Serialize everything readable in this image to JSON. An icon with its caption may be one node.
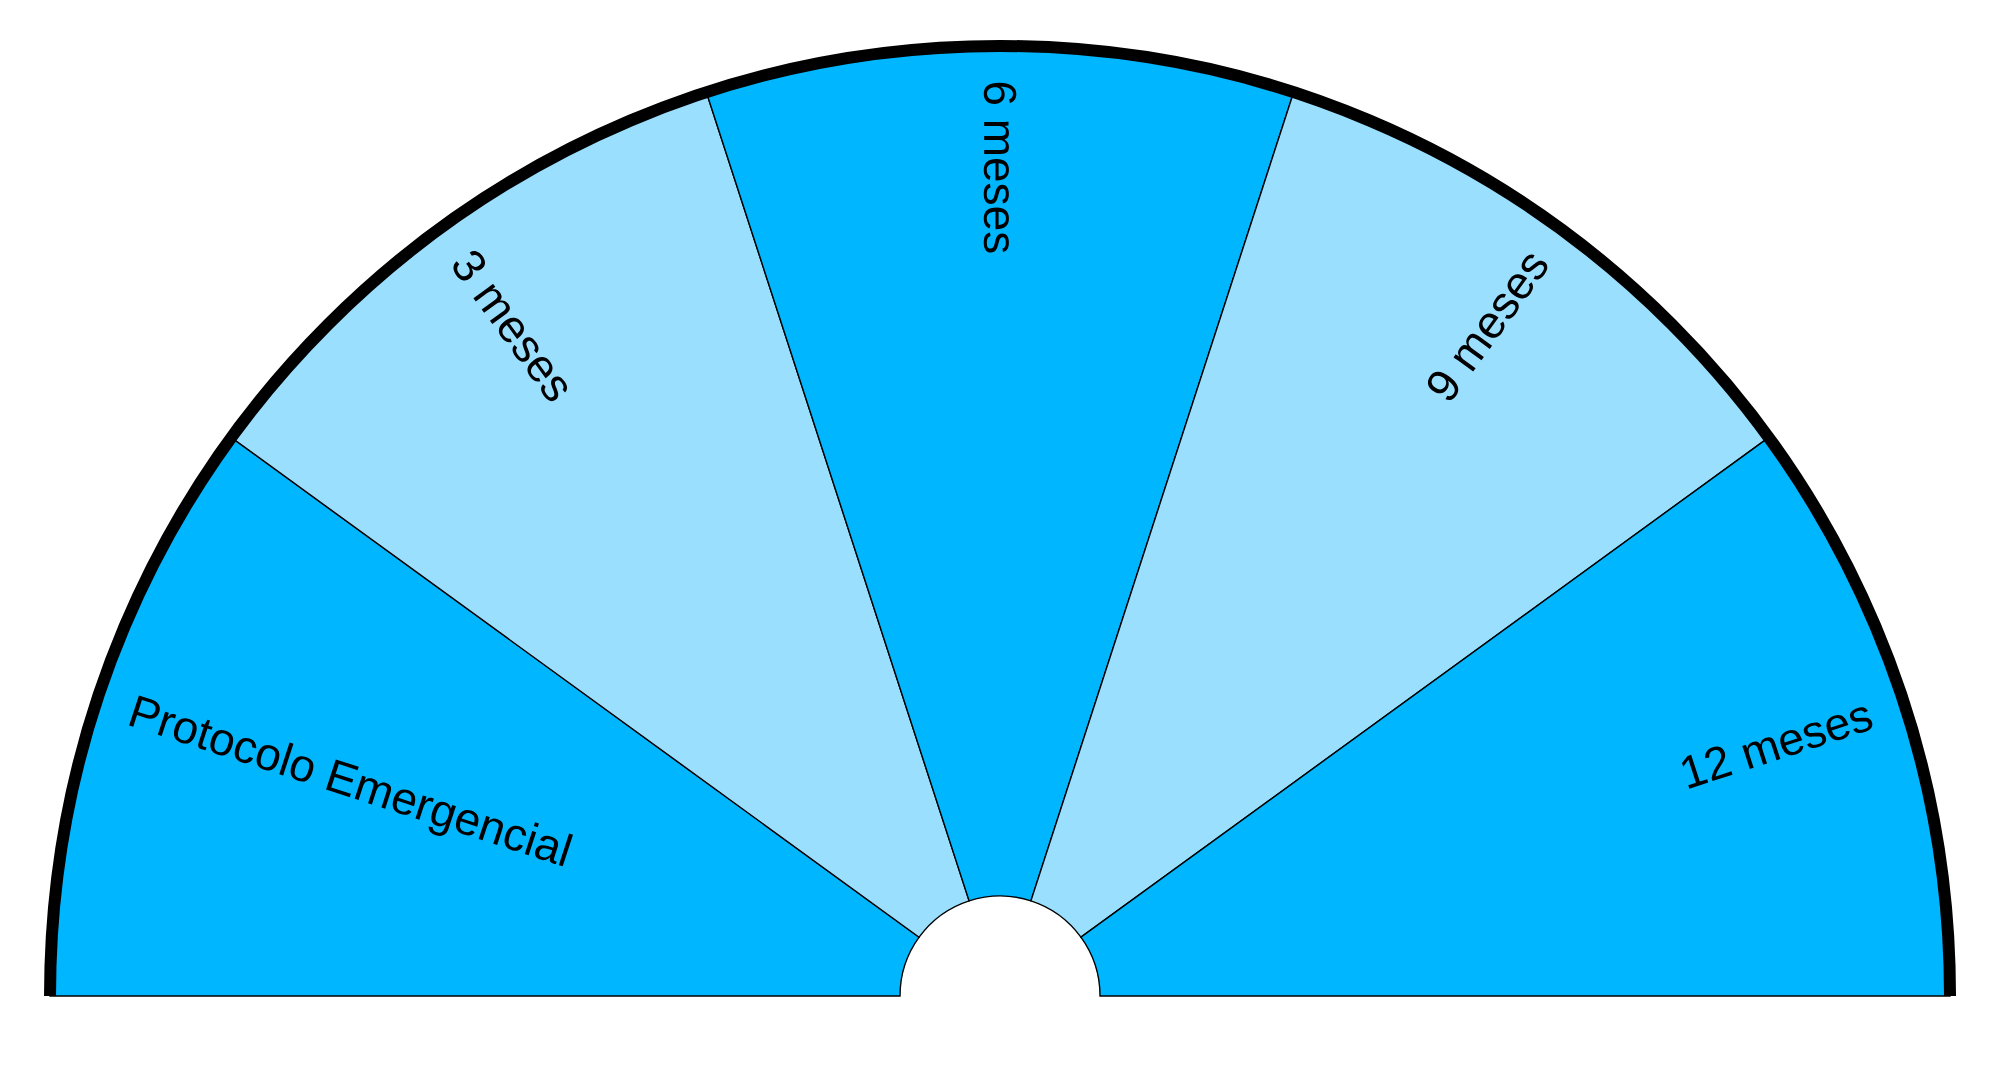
{
  "diagram": {
    "nodes": [
      {
        "text": [
          "Protocolo Emergencial"
        ]
      },
      {
        "text": [
          "3 meses"
        ]
      },
      {
        "text": [
          "6 meses"
        ]
      },
      {
        "text": [
          "9 meses"
        ]
      },
      {
        "text": [
          "12 meses"
        ]
      }
    ]
  }
}
